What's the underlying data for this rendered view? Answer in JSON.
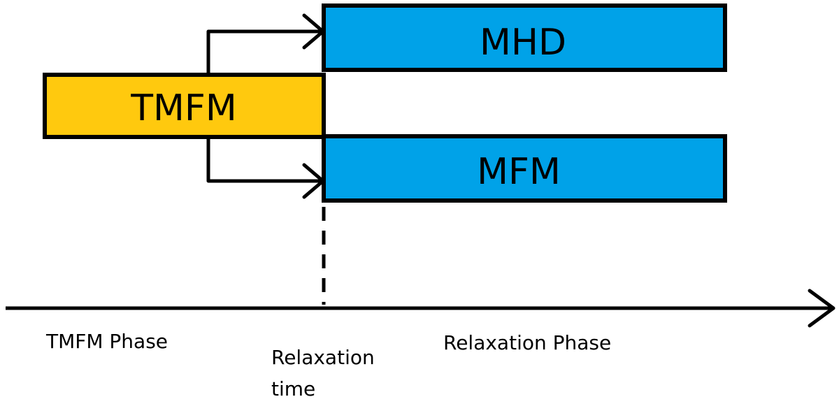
{
  "colors": {
    "tmfm_fill": "#FFC90E",
    "relaxation_fill": "#00A2E8",
    "stroke": "#000000"
  },
  "boxes": {
    "tmfm": "TMFM",
    "mhd": "MHD",
    "mfm": "MFM"
  },
  "timeline": {
    "tmfm_phase": "TMFM Phase",
    "relaxation_time_line1": "Relaxation",
    "relaxation_time_line2": "time",
    "relaxation_phase": "Relaxation Phase"
  }
}
